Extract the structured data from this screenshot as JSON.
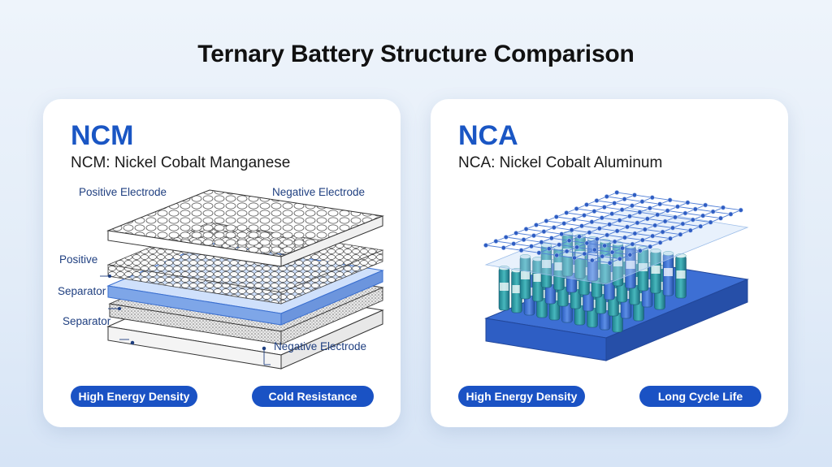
{
  "title": "Ternary Battery Structure Comparison",
  "ncm": {
    "heading": "NCM",
    "subtitle": "NCM: Nickel Cobalt Manganese",
    "labels": {
      "positive_electrode": "Positive Electrode",
      "negative_electrode_top": "Negative Electrode",
      "positive": "Positive",
      "separator_1": "Separator",
      "separator_2": "Separator",
      "negative_electrode_bottom": "Negative Electrode"
    },
    "badges": [
      "High Energy Density",
      "Cold Resistance"
    ],
    "colors": {
      "heading": "#1a56c4",
      "separator_layer": "#7ea6e8",
      "badge": "#1a52c4"
    }
  },
  "nca": {
    "heading": "NCA",
    "subtitle": "NCA: Nickel Cobalt Aluminum",
    "badges": [
      "High Energy Density",
      "Long Cycle Life"
    ],
    "colors": {
      "heading": "#1a56c4",
      "tray": "#2d5fc8",
      "cells": "#2fa0a8",
      "grid": "#3866c8"
    }
  }
}
